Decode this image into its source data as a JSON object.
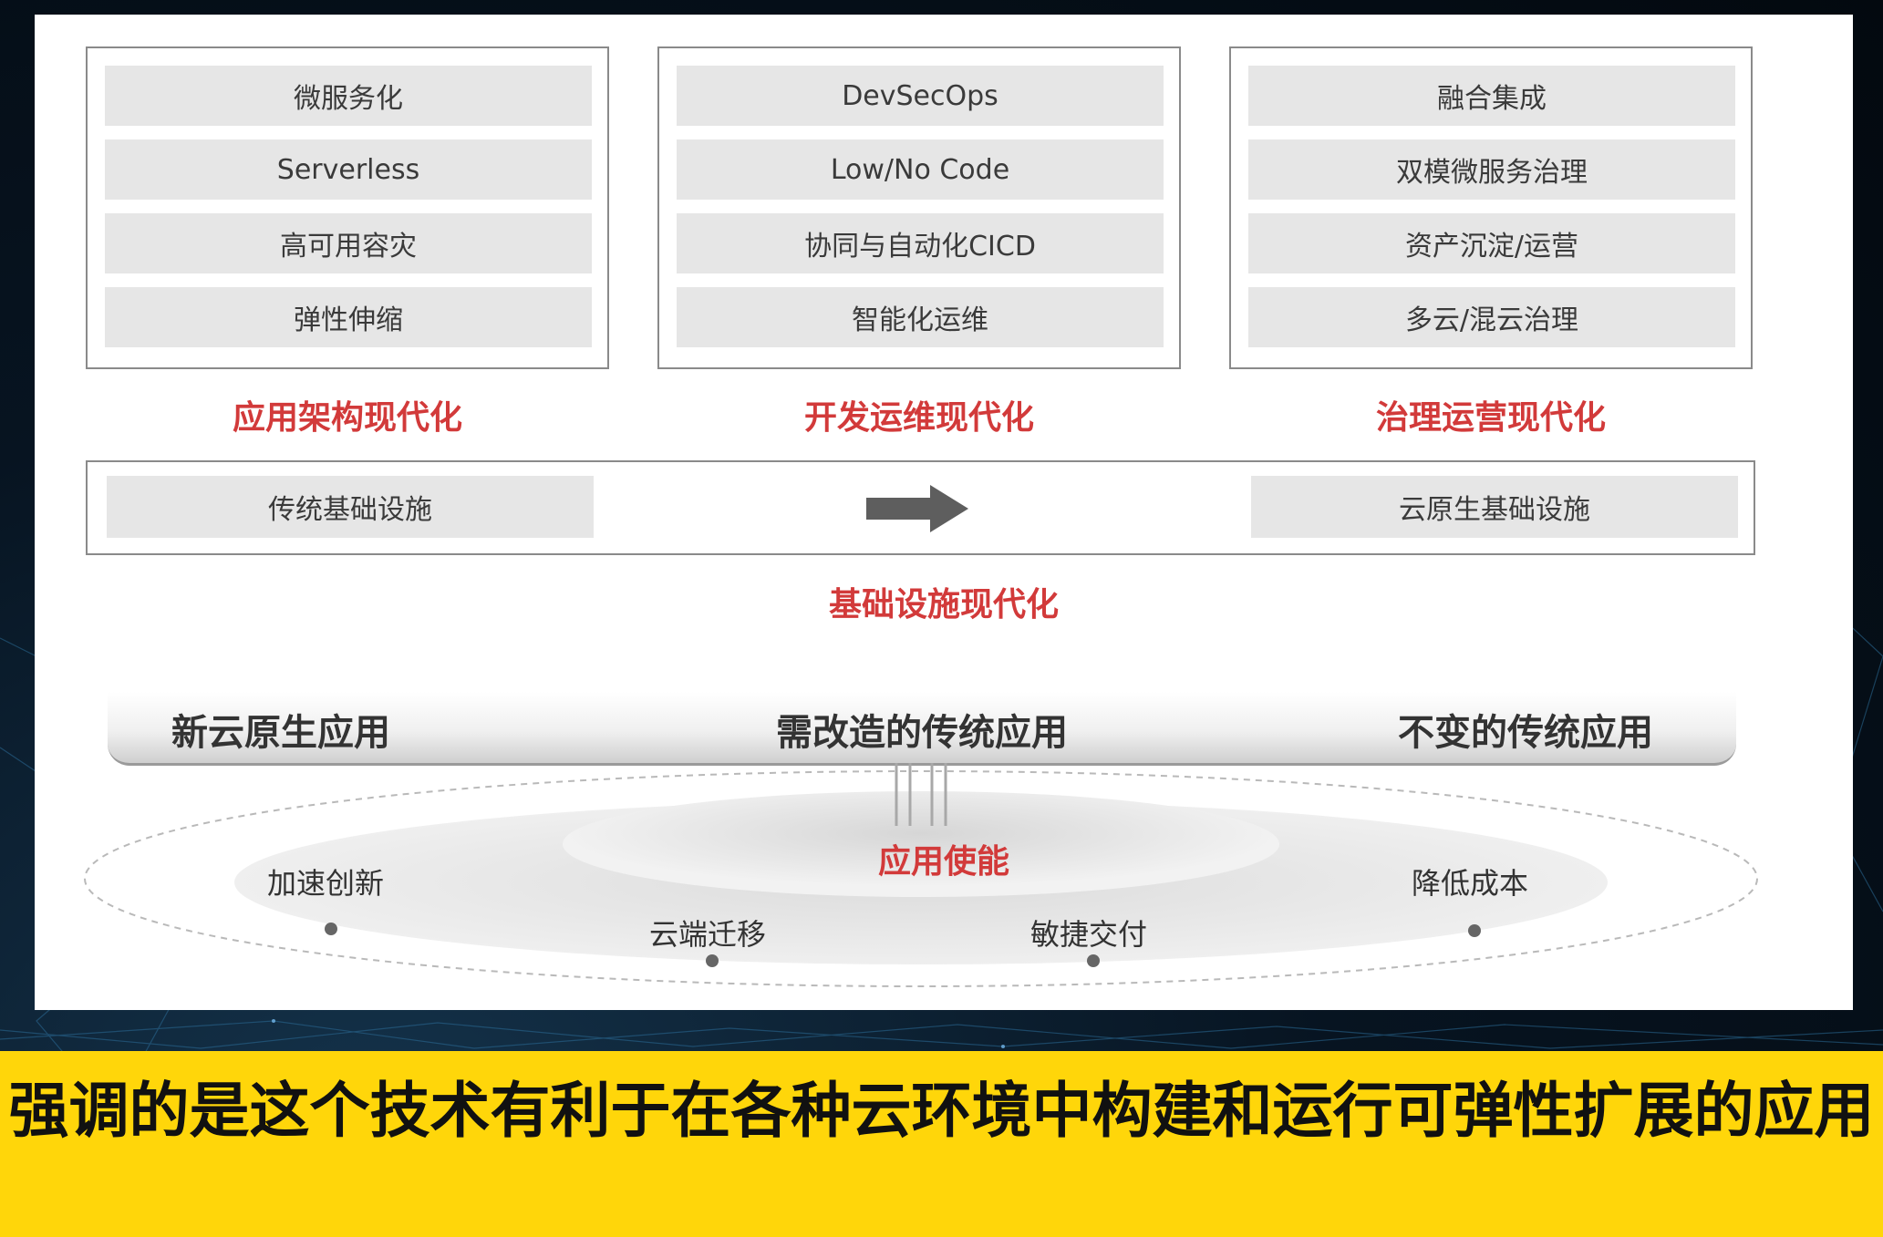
{
  "panels": [
    {
      "title": "应用架构现代化",
      "items": [
        "微服务化",
        "Serverless",
        "高可用容灾",
        "弹性伸缩"
      ]
    },
    {
      "title": "开发运维现代化",
      "items": [
        "DevSecOps",
        "Low/No Code",
        "协同与自动化CICD",
        "智能化运维"
      ]
    },
    {
      "title": "治理运营现代化",
      "items": [
        "融合集成",
        "双模微服务治理",
        "资产沉淀/运营",
        "多云/混云治理"
      ]
    }
  ],
  "infrastructure": {
    "from": "传统基础设施",
    "to": "云原生基础设施",
    "title": "基础设施现代化"
  },
  "applications": [
    "新云原生应用",
    "需改造的传统应用",
    "不变的传统应用"
  ],
  "enablement": {
    "title": "应用使能",
    "benefits": [
      "加速创新",
      "云端迁移",
      "敏捷交付",
      "降低成本"
    ]
  },
  "colors": {
    "accent_red": "#d23a3a",
    "box_gray": "#e6e6e6",
    "caption_yellow": "#ffd60a"
  },
  "caption": "强调的是这个技术有利于在各种云环境中构建和运行可弹性扩展的应用"
}
